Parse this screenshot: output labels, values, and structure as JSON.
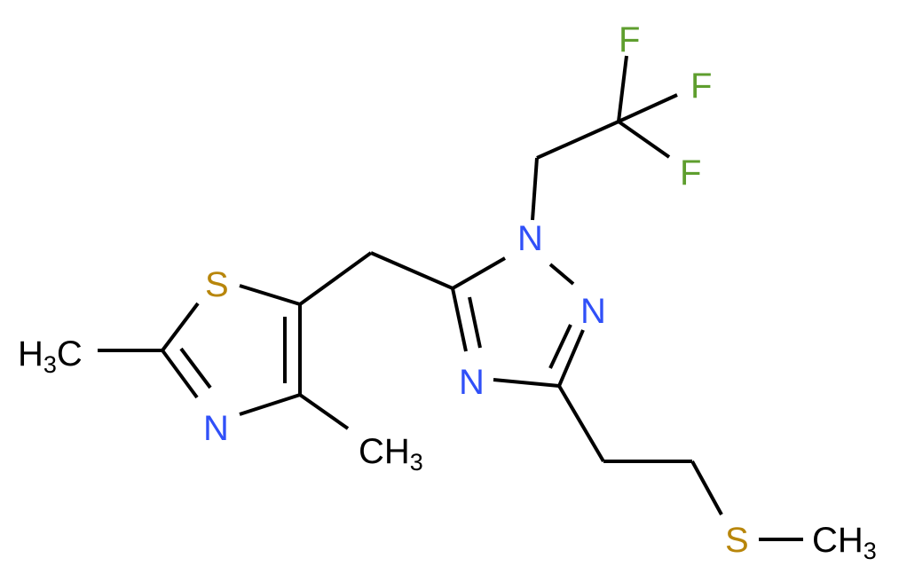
{
  "diagram": {
    "type": "chemical-structure",
    "colors": {
      "bond": "#000000",
      "carbon": "#000000",
      "nitrogen": "#3050F8",
      "sulfur": "#B8860B",
      "fluorine": "#5E9E2E"
    },
    "atoms": {
      "methyl_thiazole_2": {
        "label": "H",
        "sub": "3",
        "tail": "C"
      },
      "s_thiazole": "S",
      "n_thiazole": "N",
      "methyl_thiazole_4": {
        "label": "CH",
        "sub": "3"
      },
      "n1_triazole": "N",
      "n2_triazole": "N",
      "n4_triazole": "N",
      "f_top": "F",
      "f_right": "F",
      "f_lower": "F",
      "s_chain": "S",
      "methyl_chain": {
        "label": "CH",
        "sub": "3"
      }
    }
  }
}
